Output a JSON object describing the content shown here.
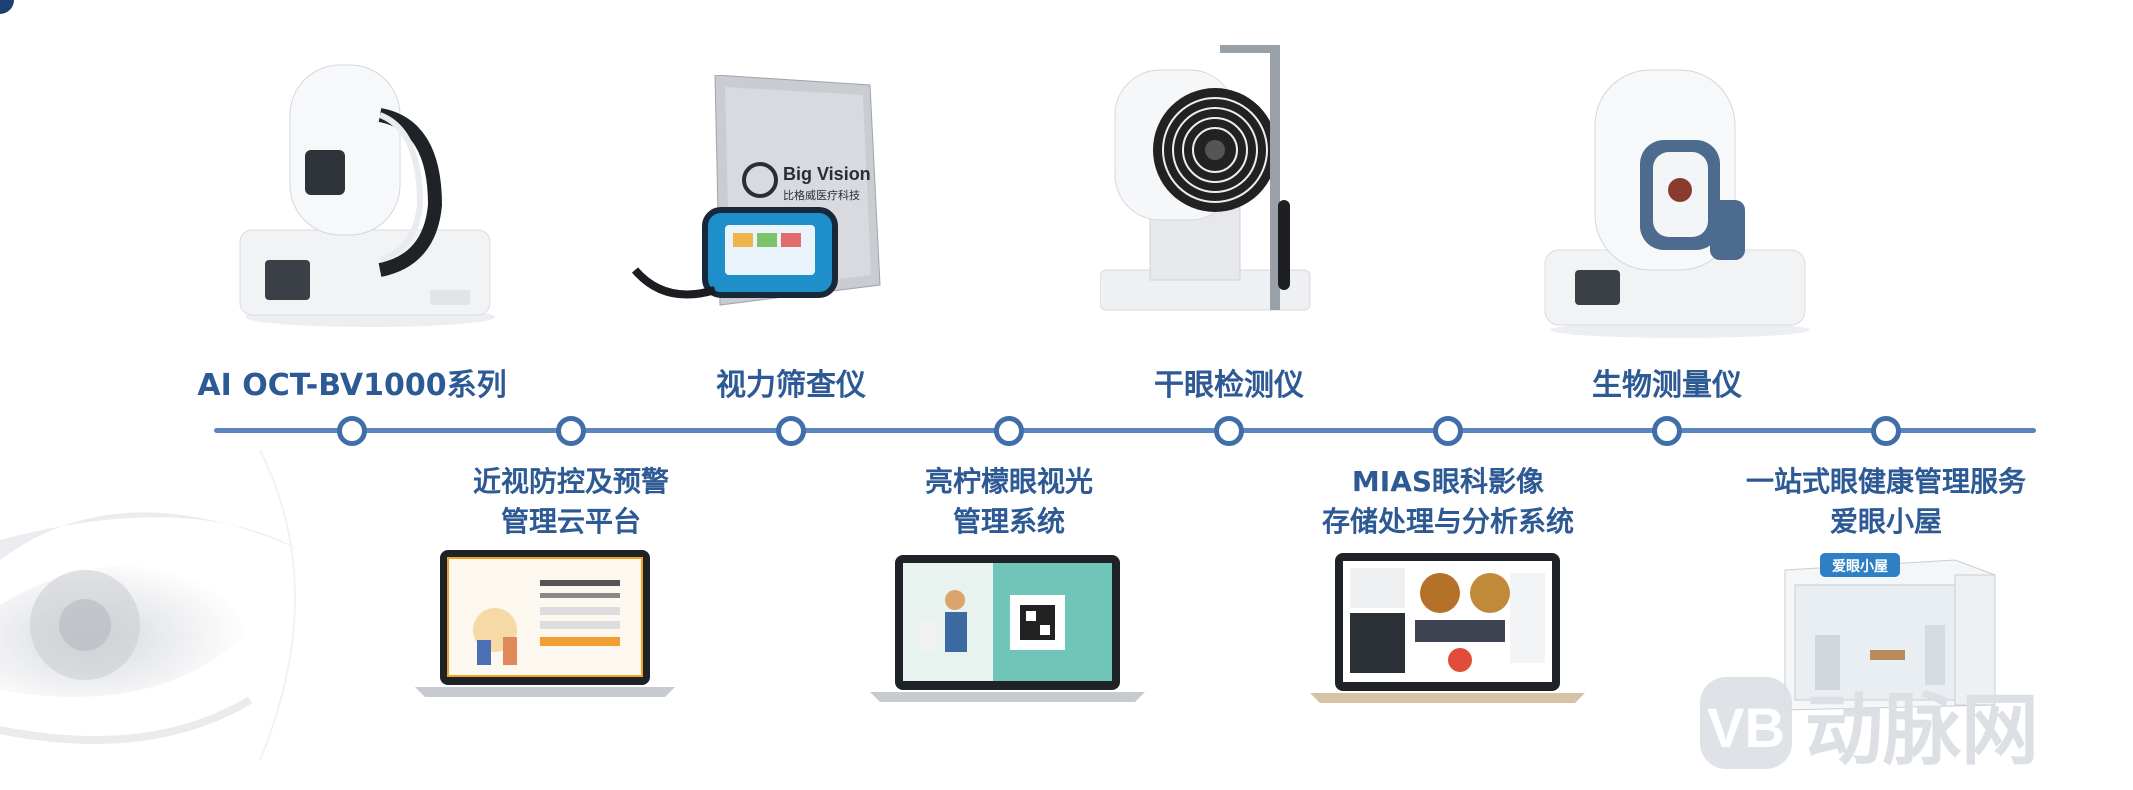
{
  "colors": {
    "accent": "#2d5a94",
    "timeline": "#5b86bd",
    "node_border": "#3f6ea8"
  },
  "top_products": [
    {
      "id": "oct",
      "label": "AI OCT-BV1000系列"
    },
    {
      "id": "vision",
      "label": "视力筛查仪",
      "device_brand": "Big Vision",
      "device_brand_cn": "比格威医疗科技"
    },
    {
      "id": "dryeye",
      "label": "干眼检测仪"
    },
    {
      "id": "bio",
      "label": "生物测量仪"
    }
  ],
  "bottom_products": [
    {
      "id": "myopia",
      "line1": "近视防控及预警",
      "line2": "管理云平台"
    },
    {
      "id": "lemon",
      "line1": "亮柠檬眼视光",
      "line2": "管理系统"
    },
    {
      "id": "mias",
      "line1": "MIAS眼科影像",
      "line2": "存储处理与分析系统"
    },
    {
      "id": "house",
      "line1": "一站式眼健康管理服务",
      "line2": "爱眼小屋",
      "sign": "爱眼小屋"
    }
  ],
  "watermark": {
    "text": "动脉网",
    "logo": "VB"
  },
  "icons": [
    "eye-watermark",
    "timeline-node"
  ]
}
